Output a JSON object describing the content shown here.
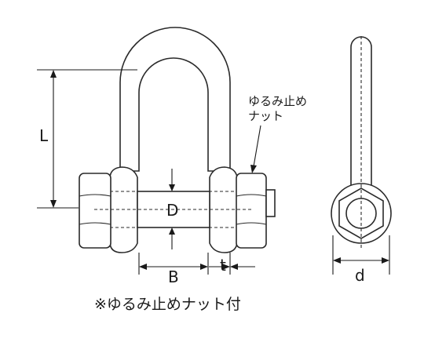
{
  "labels": {
    "L": "L",
    "D": "D",
    "B": "B",
    "t": "t",
    "d": "d",
    "callout_line1": "ゆるみ止め",
    "callout_line2": "ナット",
    "caption": "※ゆるみ止めナット付"
  }
}
